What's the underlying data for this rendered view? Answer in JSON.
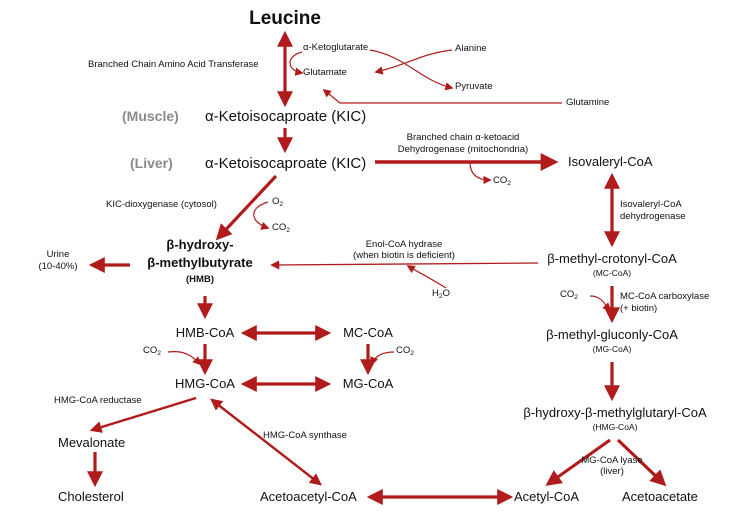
{
  "title": "Leucine",
  "enzymes": {
    "bcat": "Branched Chain Amino Acid Transferase",
    "bckd_line1": "Branched chain α-ketoacid",
    "bckd_line2": "Dehydrogenase (mitochondria)",
    "kic_dioxygenase": "KIC-dioxygenase (cytosol)",
    "enol_coa_line1": "Enol-CoA hydrase",
    "enol_coa_line2": "(when biotin is deficient)",
    "ivcoa_dh_line1": "Isovaleryl-CoA",
    "ivcoa_dh_line2": "dehydrogenase",
    "mccoa_carb_line1": "MC-CoA carboxylase",
    "mccoa_carb_line2": "(+ biotin)",
    "hmgcoa_reductase": "HMG-CoA reductase",
    "hmgcoa_synthase": "HMG-CoA synthase",
    "mgcoa_lyase_line1": "MG-CoA lyase",
    "mgcoa_lyase_line2": "(liver)"
  },
  "transamination": {
    "a_kg": "α-Ketoglutarate",
    "glutamate": "Glutamate",
    "alanine": "Alanine",
    "pyruvate": "Pyruvate",
    "glutamine": "Glutamine"
  },
  "tissues": {
    "muscle": "(Muscle)",
    "liver": "(Liver)"
  },
  "metabolites": {
    "kic_muscle": "α-Ketoisocaproate (KIC)",
    "kic_liver": "α-Ketoisocaproate (KIC)",
    "isovaleryl": "Isovaleryl-CoA",
    "hmb_line1": "β-hydroxy-",
    "hmb_line2": "β-methylbutyrate",
    "hmb_abbr": "(HMB)",
    "urine_line1": "Urine",
    "urine_line2": "(10-40%)",
    "mccoa_name": "β-methyl-crotonyl-CoA",
    "mccoa_abbr": "(MC-CoA)",
    "mgcoa_name": "β-methyl-gluconly-CoA",
    "mgcoa_abbr": "(MG-CoA)",
    "hmbcoa": "HMB-CoA",
    "mc_coa": "MC-CoA",
    "hmgcoa": "HMG-CoA",
    "mg_coa": "MG-CoA",
    "hmg_name": "β-hydroxy-β-methylglutaryl-CoA",
    "hmg_abbr": "(HMG-CoA)",
    "mevalonate": "Mevalonate",
    "cholesterol": "Cholesterol",
    "acetoacetyl": "Acetoacetyl-CoA",
    "acetyl": "Acetyl-CoA",
    "acetoacetate": "Acetoacetate"
  },
  "cofactors": {
    "co2_bckd": "CO2",
    "o2": "O2",
    "co2_diox": "CO2",
    "h2o": "H2O",
    "co2_mccarb": "CO2",
    "co2_hmbcoa": "CO2",
    "co2_mccoa": "CO2"
  },
  "colors": {
    "arrow": "#b01c1c",
    "grey_label": "#8a8a8a",
    "text": "#111111"
  }
}
